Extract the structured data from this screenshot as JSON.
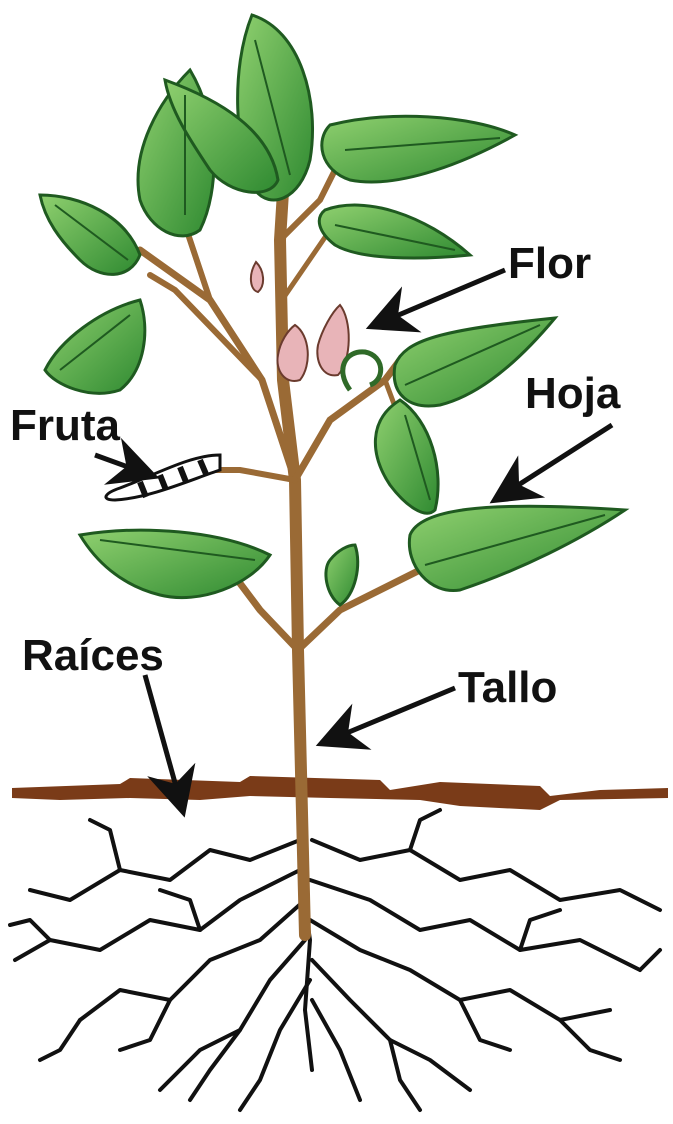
{
  "labels": {
    "flor": "Flor",
    "hoja": "Hoja",
    "fruta": "Fruta",
    "raices": "Raíces",
    "tallo": "Tallo"
  },
  "colors": {
    "leaf": "#3f9b3a",
    "leaf_light": "#74c15e",
    "leaf_vein": "#1f5a20",
    "stem": "#9a6a35",
    "soil": "#7a3b18",
    "roots": "#111111",
    "flower": "#e8b4b8",
    "arrow": "#111111"
  }
}
